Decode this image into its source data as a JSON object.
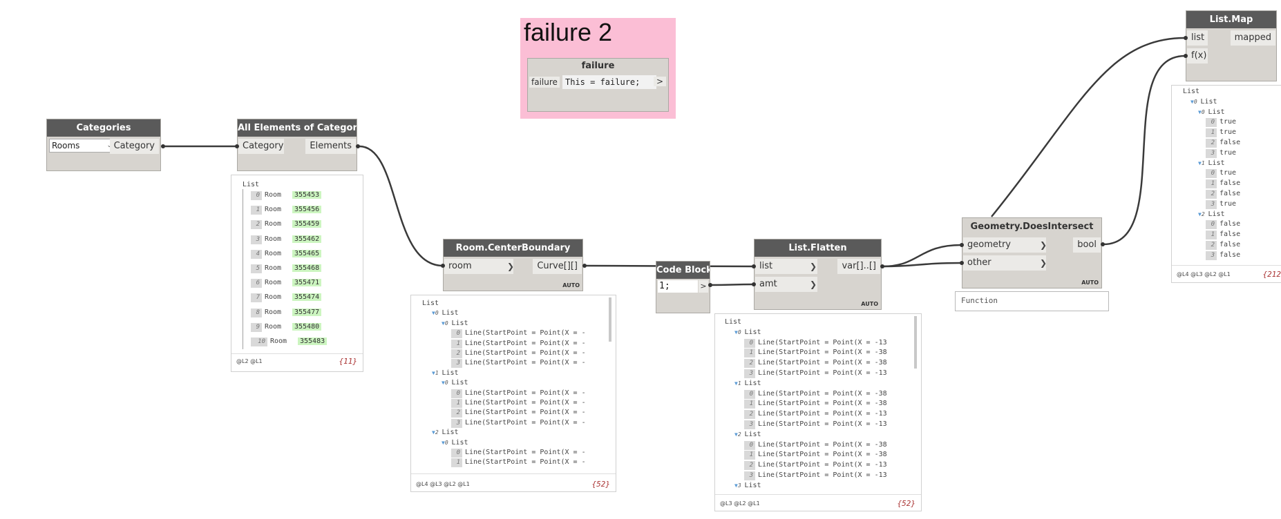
{
  "group": {
    "title": "failure 2",
    "color": "#fbbed5"
  },
  "failure_node": {
    "title": "failure",
    "port": "failure",
    "code": "This = failure;",
    "out": ">"
  },
  "categories_node": {
    "title": "Categories",
    "dropdown_value": "Rooms",
    "out": "Category"
  },
  "all_elements_node": {
    "title": "All Elements of Category",
    "in": "Category",
    "out": "Elements"
  },
  "all_elements_preview": {
    "header": "List",
    "items": [
      {
        "i": "0",
        "t": "Room",
        "v": "355453"
      },
      {
        "i": "1",
        "t": "Room",
        "v": "355456"
      },
      {
        "i": "2",
        "t": "Room",
        "v": "355459"
      },
      {
        "i": "3",
        "t": "Room",
        "v": "355462"
      },
      {
        "i": "4",
        "t": "Room",
        "v": "355465"
      },
      {
        "i": "5",
        "t": "Room",
        "v": "355468"
      },
      {
        "i": "6",
        "t": "Room",
        "v": "355471"
      },
      {
        "i": "7",
        "t": "Room",
        "v": "355474"
      },
      {
        "i": "8",
        "t": "Room",
        "v": "355477"
      },
      {
        "i": "9",
        "t": "Room",
        "v": "355480"
      },
      {
        "i": "10",
        "t": "Room",
        "v": "355483"
      }
    ],
    "levels": "@L2 @L1",
    "count": "{11}"
  },
  "center_boundary_node": {
    "title": "Room.CenterBoundary",
    "in": "room",
    "out": "Curve[][]",
    "lacing": "AUTO"
  },
  "center_boundary_preview": {
    "levels": "@L4 @L3 @L2 @L1",
    "count": "{52}",
    "line_text": "Line(StartPoint = Point(X = -",
    "rows": [
      {
        "ind": 0,
        "text": "List"
      },
      {
        "ind": 1,
        "tri": true,
        "lvl": "0",
        "text": "List"
      },
      {
        "ind": 2,
        "tri": true,
        "lvl": "0",
        "text": "List"
      },
      {
        "ind": 3,
        "idx": "0",
        "text": "Line(StartPoint = Point(X = -"
      },
      {
        "ind": 3,
        "idx": "1",
        "text": "Line(StartPoint = Point(X = -"
      },
      {
        "ind": 3,
        "idx": "2",
        "text": "Line(StartPoint = Point(X = -"
      },
      {
        "ind": 3,
        "idx": "3",
        "text": "Line(StartPoint = Point(X = -"
      },
      {
        "ind": 1,
        "tri": true,
        "lvl": "1",
        "text": "List"
      },
      {
        "ind": 2,
        "tri": true,
        "lvl": "0",
        "text": "List"
      },
      {
        "ind": 3,
        "idx": "0",
        "text": "Line(StartPoint = Point(X = -"
      },
      {
        "ind": 3,
        "idx": "1",
        "text": "Line(StartPoint = Point(X = -"
      },
      {
        "ind": 3,
        "idx": "2",
        "text": "Line(StartPoint = Point(X = -"
      },
      {
        "ind": 3,
        "idx": "3",
        "text": "Line(StartPoint = Point(X = -"
      },
      {
        "ind": 1,
        "tri": true,
        "lvl": "2",
        "text": "List"
      },
      {
        "ind": 2,
        "tri": true,
        "lvl": "0",
        "text": "List"
      },
      {
        "ind": 3,
        "idx": "0",
        "text": "Line(StartPoint = Point(X = -"
      },
      {
        "ind": 3,
        "idx": "1",
        "text": "Line(StartPoint = Point(X = -"
      }
    ]
  },
  "code_block_node": {
    "title": "Code Block",
    "code": "1;",
    "out": ">"
  },
  "flatten_node": {
    "title": "List.Flatten",
    "in1": "list",
    "in2": "amt",
    "out": "var[]..[]",
    "lacing": "AUTO"
  },
  "flatten_preview": {
    "levels": "@L3 @L2 @L1",
    "count": "{52}",
    "rows": [
      {
        "ind": 0,
        "text": "List"
      },
      {
        "ind": 1,
        "tri": true,
        "lvl": "0",
        "text": "List"
      },
      {
        "ind": 2,
        "idx": "0",
        "text": "Line(StartPoint = Point(X = -13"
      },
      {
        "ind": 2,
        "idx": "1",
        "text": "Line(StartPoint = Point(X = -38"
      },
      {
        "ind": 2,
        "idx": "2",
        "text": "Line(StartPoint = Point(X = -38"
      },
      {
        "ind": 2,
        "idx": "3",
        "text": "Line(StartPoint = Point(X = -13"
      },
      {
        "ind": 1,
        "tri": true,
        "lvl": "1",
        "text": "List"
      },
      {
        "ind": 2,
        "idx": "0",
        "text": "Line(StartPoint = Point(X = -38"
      },
      {
        "ind": 2,
        "idx": "1",
        "text": "Line(StartPoint = Point(X = -38"
      },
      {
        "ind": 2,
        "idx": "2",
        "text": "Line(StartPoint = Point(X = -13"
      },
      {
        "ind": 2,
        "idx": "3",
        "text": "Line(StartPoint = Point(X = -13"
      },
      {
        "ind": 1,
        "tri": true,
        "lvl": "2",
        "text": "List"
      },
      {
        "ind": 2,
        "idx": "0",
        "text": "Line(StartPoint = Point(X = -38"
      },
      {
        "ind": 2,
        "idx": "1",
        "text": "Line(StartPoint = Point(X = -38"
      },
      {
        "ind": 2,
        "idx": "2",
        "text": "Line(StartPoint = Point(X = -13"
      },
      {
        "ind": 2,
        "idx": "3",
        "text": "Line(StartPoint = Point(X = -13"
      },
      {
        "ind": 1,
        "tri": true,
        "lvl": "3",
        "text": "List"
      }
    ]
  },
  "intersect_node": {
    "title": "Geometry.DoesIntersect",
    "in1": "geometry",
    "in2": "other",
    "out": "bool",
    "lacing": "AUTO",
    "function_label": "Function"
  },
  "listmap_node": {
    "title": "List.Map",
    "in1": "list",
    "in2": "f(x)",
    "out": "mapped"
  },
  "listmap_preview": {
    "levels": "@L4 @L3 @L2 @L1",
    "count": "{212",
    "rows": [
      {
        "ind": 0,
        "text": "List"
      },
      {
        "ind": 1,
        "tri": true,
        "lvl": "0",
        "text": "List"
      },
      {
        "ind": 2,
        "tri": true,
        "lvl": "0",
        "text": "List"
      },
      {
        "ind": 3,
        "idx": "0",
        "text": "true"
      },
      {
        "ind": 3,
        "idx": "1",
        "text": "true"
      },
      {
        "ind": 3,
        "idx": "2",
        "text": "false"
      },
      {
        "ind": 3,
        "idx": "3",
        "text": "true"
      },
      {
        "ind": 2,
        "tri": true,
        "lvl": "1",
        "text": "List"
      },
      {
        "ind": 3,
        "idx": "0",
        "text": "true"
      },
      {
        "ind": 3,
        "idx": "1",
        "text": "false"
      },
      {
        "ind": 3,
        "idx": "2",
        "text": "false"
      },
      {
        "ind": 3,
        "idx": "3",
        "text": "true"
      },
      {
        "ind": 2,
        "tri": true,
        "lvl": "2",
        "text": "List"
      },
      {
        "ind": 3,
        "idx": "0",
        "text": "false"
      },
      {
        "ind": 3,
        "idx": "1",
        "text": "false"
      },
      {
        "ind": 3,
        "idx": "2",
        "text": "false"
      },
      {
        "ind": 3,
        "idx": "3",
        "text": "false"
      }
    ]
  }
}
